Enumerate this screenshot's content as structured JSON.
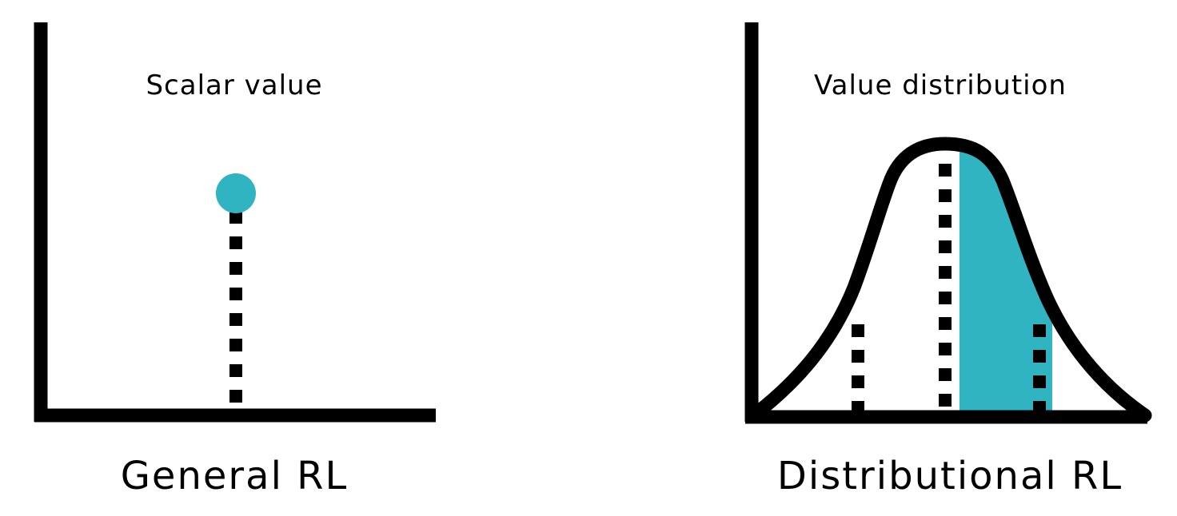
{
  "colors": {
    "ink": "#000000",
    "accent": "#31b4c2",
    "background": "#ffffff"
  },
  "left_panel": {
    "caption": "General RL",
    "annotation": "Scalar value",
    "marker": "teal-dot-on-dotted-stem"
  },
  "right_panel": {
    "caption": "Distributional RL",
    "annotation": "Value distribution",
    "curve": "bell-shaped distribution",
    "shaded_region": "right of center"
  }
}
